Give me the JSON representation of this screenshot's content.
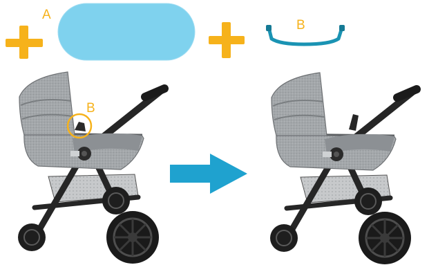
{
  "labels": {
    "mattress_letter": "A",
    "bumper_bar_letter": "B",
    "mounted_part_letter": "B"
  },
  "icons": {
    "plus": "plus-icon",
    "arrow": "arrow-right-icon",
    "mattress": "mattress-pad-icon",
    "bumper_bar": "bumper-bar-icon",
    "stroller": "stroller-icon"
  },
  "colors": {
    "accent_yellow": "#f6b21b",
    "mattress_blue": "#7fd2ee",
    "bumper_teal": "#1a93b3",
    "arrow_blue": "#1fa2cf",
    "fabric_gray": "#9a9ea1",
    "frame_black": "#262626"
  }
}
